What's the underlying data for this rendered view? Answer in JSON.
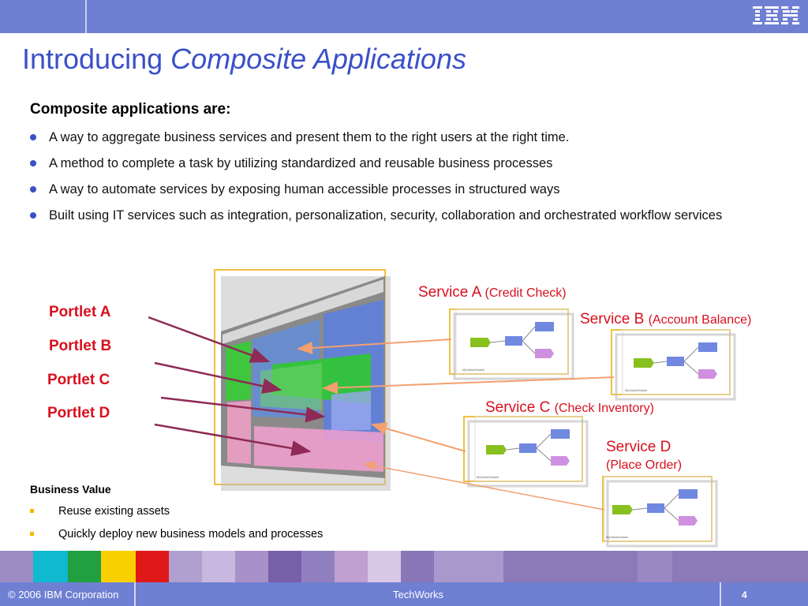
{
  "header": {
    "logo": "IBM"
  },
  "title": {
    "plain": "Introducing ",
    "italic": "Composite Applications"
  },
  "heading": "Composite applications are:",
  "bullets": [
    "A way to aggregate business services and present them to the right users at the right time.",
    "A method to complete a task by utilizing standardized and reusable business processes",
    "A way to automate services by exposing human accessible processes in structured ways",
    "Built using IT services such as integration, personalization, security, collaboration and orchestrated workflow services"
  ],
  "portlets": [
    "Portlet A",
    "Portlet B",
    "Portlet C",
    "Portlet D"
  ],
  "services": [
    {
      "name": "Service A",
      "detail": "(Credit Check)"
    },
    {
      "name": "Service B",
      "detail": "(Account Balance)"
    },
    {
      "name": "Service C",
      "detail": "(Check Inventory)"
    },
    {
      "name": "Service D",
      "detail": "(Place Order)"
    }
  ],
  "module_label": "MyValueModule",
  "business_value": {
    "heading": "Business Value",
    "items": [
      "Reuse existing assets",
      "Quickly deploy new business models and processes"
    ]
  },
  "footer": {
    "copyright": "© 2006 IBM Corporation",
    "center": "TechWorks",
    "page": "4"
  },
  "colors": {
    "accent_blue": "#3a50c8",
    "bar": "#6f7fd2",
    "red": "#d8101e",
    "portlet_arrow": "#8e2a55",
    "service_arrow": "#f4a070"
  }
}
